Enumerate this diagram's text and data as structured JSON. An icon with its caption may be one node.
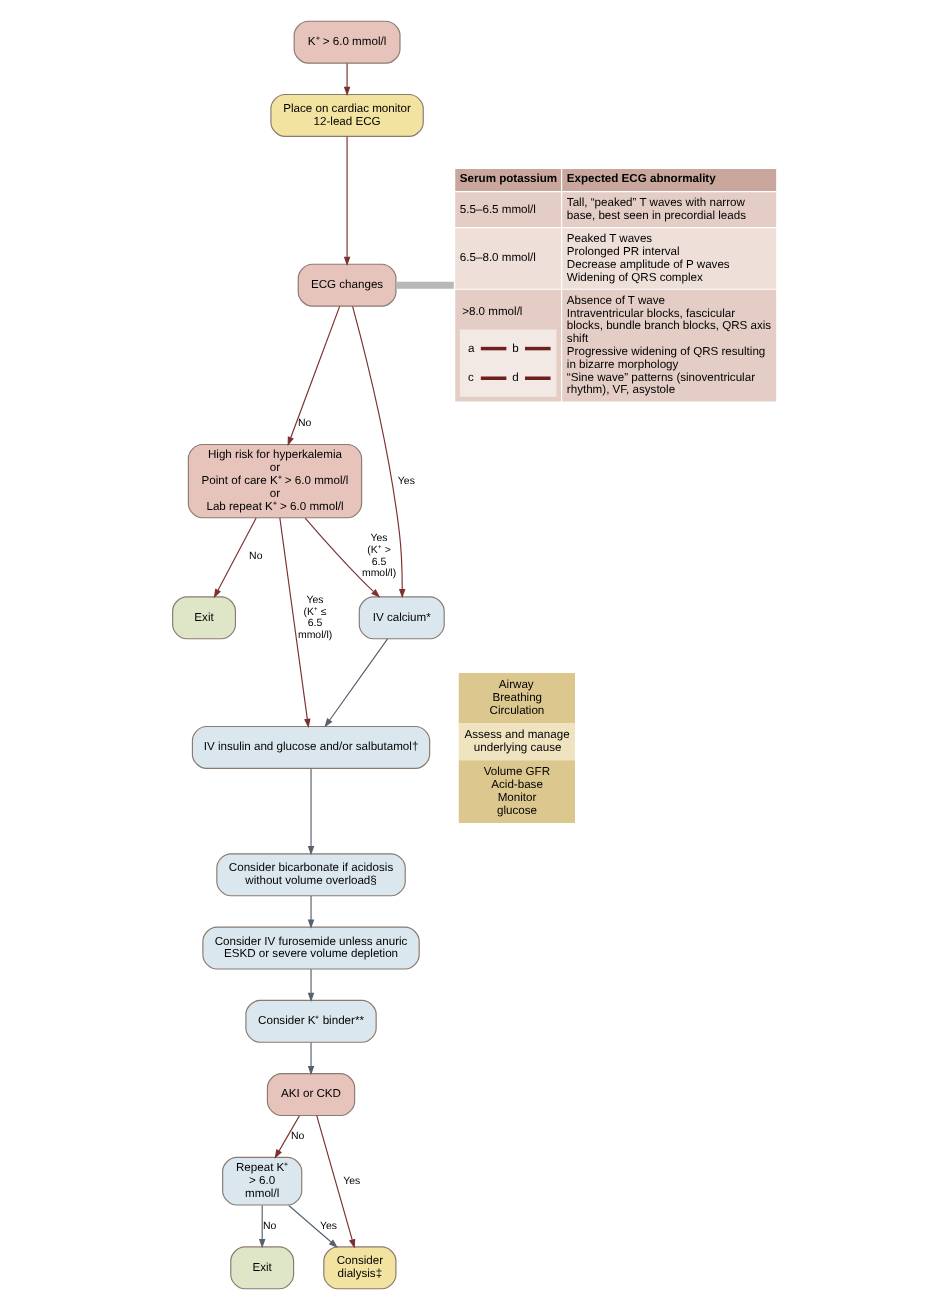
{
  "diagram": {
    "nodes": [
      {
        "text": [
          "K⁺ > 6.0 mmol/l"
        ]
      },
      {
        "text": [
          "Place on cardiac monitor 12-lead ECG"
        ]
      },
      {
        "text": [
          "ECG changes"
        ]
      },
      {
        "text": [
          "Serum potassium",
          "Expected ECG abnormality",
          "5.5–6.5 mmol/l",
          "Tall, “peaked” T waves with narrow base, best seen in precordial leads",
          "6.5–8.0 mmol/l",
          "Peaked T waves",
          "Prolonged PR interval",
          "Decrease amplitude of P waves",
          "Widening of QRS complex",
          ">8.0 mmol/l",
          "a",
          "b",
          "c",
          "d",
          "Absence of T wave",
          "Intraventricular blocks, fascicular blocks, bundle branch blocks, QRS axis shift",
          "Progressive widening of QRS resulting in bizarre morphology",
          "“Sine wave” patterns (sinoventricular rhythm), VF, asystole"
        ]
      },
      {
        "text": [
          "High risk for hyperkalemia",
          "or",
          "Point of care K⁺ > 6.0 mmol/l",
          "or",
          "Lab repeat K⁺ > 6.0 mmol/l"
        ]
      },
      {
        "text": [
          "Exit"
        ]
      },
      {
        "text": [
          "IV calcium*"
        ]
      },
      {
        "text": [
          "IV insulin and glucose and/or salbutamol†"
        ]
      },
      {
        "text": [
          "Consider bicarbonate if acidosis without volume overload§"
        ]
      },
      {
        "text": [
          "Consider IV furosemide unless anuric ESKD or severe volume depletion"
        ]
      },
      {
        "text": [
          "Consider K⁺ binder**"
        ]
      },
      {
        "text": [
          "AKI or CKD"
        ]
      },
      {
        "text": [
          "Repeat K⁺ > 6.0 mmol/l"
        ]
      },
      {
        "text": [
          "Exit"
        ]
      },
      {
        "text": [
          "Consider dialysis‡"
        ]
      },
      {
        "text": [
          "Airway Breathing Circulation",
          "Assess and manage underlying cause",
          "Volume GFR Acid-base Monitor glucose"
        ]
      }
    ],
    "edges": [
      {
        "from": 0,
        "to": 1,
        "arrow": "to"
      },
      {
        "from": 1,
        "to": 2,
        "arrow": "to"
      },
      {
        "from": 2,
        "to": 3,
        "arrow": "none",
        "style": "thick",
        "color": "#b8b8b8"
      },
      {
        "from": 2,
        "to": 4,
        "arrow": "to",
        "label": "No"
      },
      {
        "from": 2,
        "to": 6,
        "arrow": "to",
        "label": "Yes"
      },
      {
        "from": 4,
        "to": 5,
        "arrow": "to",
        "label": "No"
      },
      {
        "from": 4,
        "to": 7,
        "arrow": "to",
        "label": "Yes (K⁺ ≤ 6.5 mmol/l)"
      },
      {
        "from": 4,
        "to": 6,
        "arrow": "to",
        "label": "Yes (K⁺ > 6.5 mmol/l)"
      },
      {
        "from": 6,
        "to": 7,
        "arrow": "to",
        "color": "#56616c"
      },
      {
        "from": 7,
        "to": 8,
        "arrow": "to",
        "color": "#56616c"
      },
      {
        "from": 8,
        "to": 9,
        "arrow": "to",
        "color": "#56616c"
      },
      {
        "from": 9,
        "to": 10,
        "arrow": "to",
        "color": "#56616c"
      },
      {
        "from": 10,
        "to": 11,
        "arrow": "to",
        "color": "#56616c"
      },
      {
        "from": 11,
        "to": 12,
        "arrow": "to",
        "label": "No"
      },
      {
        "from": 11,
        "to": 14,
        "arrow": "to",
        "label": "Yes"
      },
      {
        "from": 12,
        "to": 13,
        "arrow": "to",
        "label": "No",
        "color": "#56616c"
      },
      {
        "from": 12,
        "to": 14,
        "arrow": "to",
        "label": "Yes",
        "color": "#56616c"
      }
    ]
  }
}
